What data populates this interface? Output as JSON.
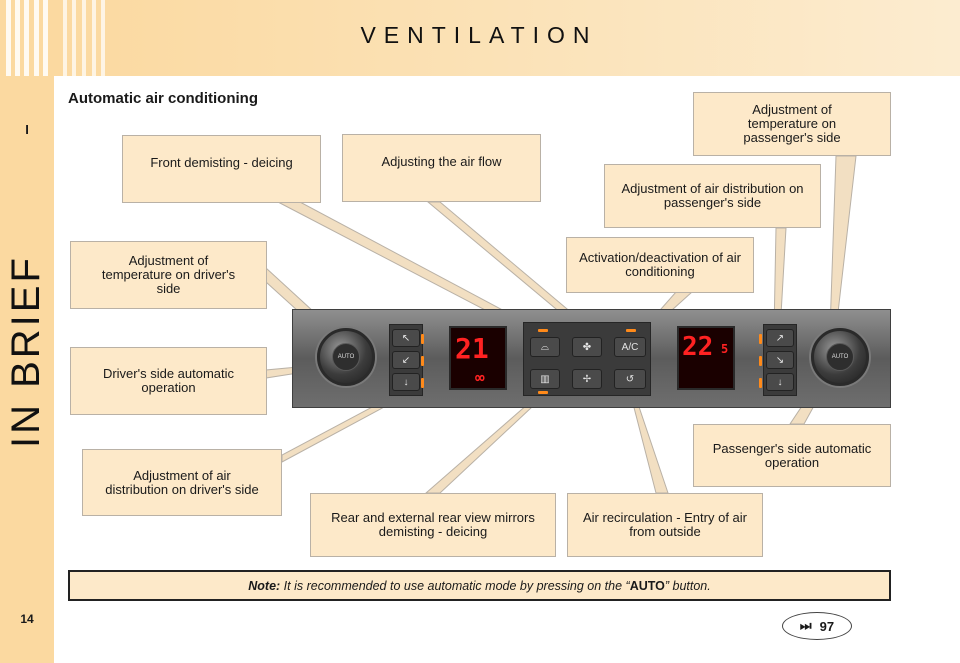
{
  "sidebar": {
    "section": "I",
    "vertical_title": "IN BRIEF",
    "page_number": "14"
  },
  "header": {
    "title": "VENTILATION"
  },
  "section_heading": "Automatic air conditioning",
  "callouts": {
    "front_demisting": "Front demisting - deicing",
    "air_flow": "Adjusting the air flow",
    "passenger_temp": "Adjustment of temperature on passenger's side",
    "passenger_distribution": "Adjustment of air distribution on passenger's side",
    "ac_toggle": "Activation/deactivation of air conditioning",
    "driver_temp": "Adjustment of temperature on driver's side",
    "driver_auto": "Driver's side automatic operation",
    "driver_distribution": "Adjustment of air distribution on driver's side",
    "rear_demisting": "Rear and external rear view mirrors demisting - deicing",
    "recirculation": "Air recirculation - Entry of air from outside",
    "passenger_auto": "Passenger's side automatic operation"
  },
  "panel": {
    "left_temp": "21",
    "right_temp": "22",
    "right_temp_decimal": "5",
    "ac_label": "A/C",
    "auto_label": "AUTO"
  },
  "note": {
    "label": "Note:",
    "text_before": " It is recommended to use automatic mode by pressing on the “",
    "keyword": "AUTO",
    "text_after": "” button."
  },
  "reference": {
    "page": "97",
    "icon": "skip-forward-icon"
  },
  "colors": {
    "accent": "#fbd9a0",
    "callout_bg": "#fde9c9",
    "display_red": "#ff2222",
    "led_orange": "#ff8a1a"
  }
}
